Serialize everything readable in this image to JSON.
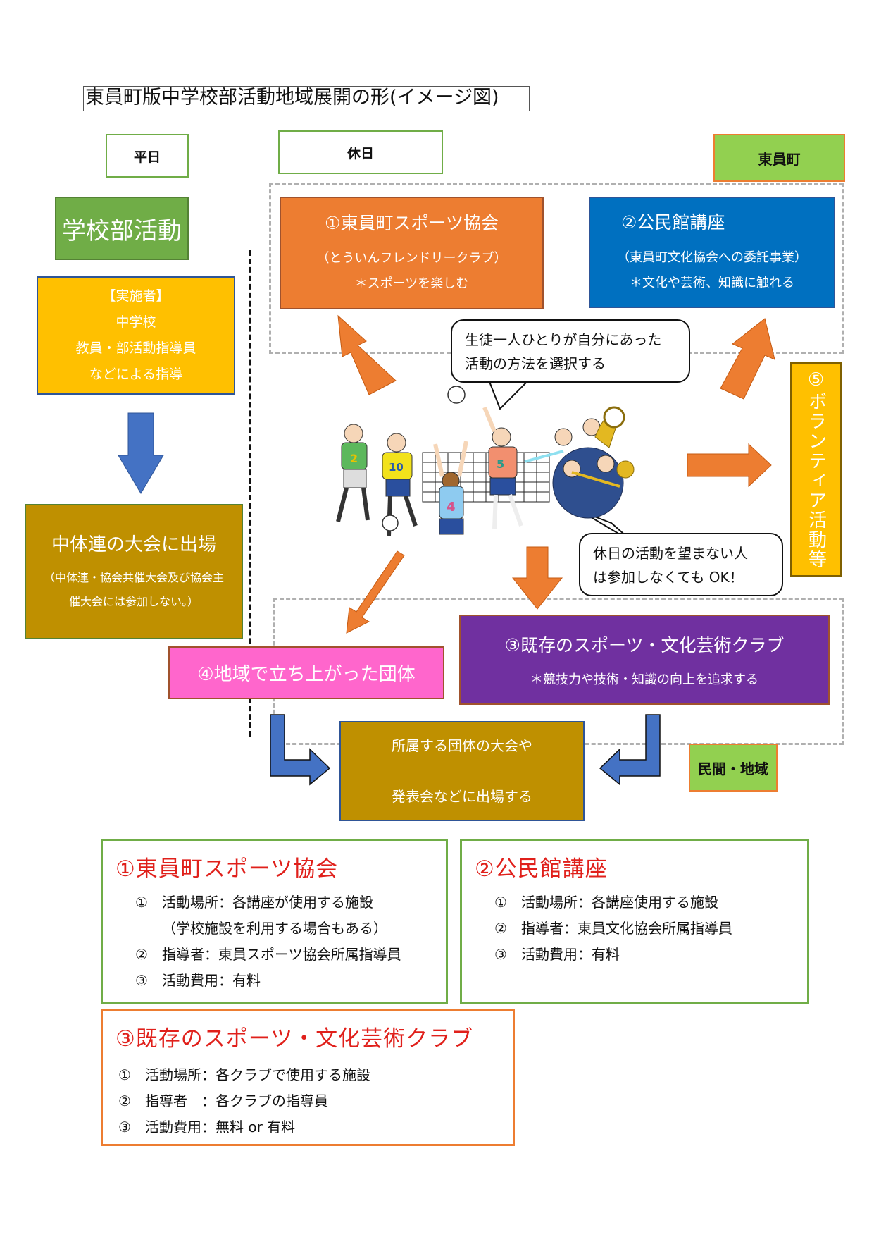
{
  "title": "東員町版中学校部活動地域展開の形(イメージ図)",
  "labels": {
    "weekday": "平日",
    "holiday": "休日",
    "town": "東員町",
    "private_region": "民間・地域"
  },
  "school_club": {
    "title": "学校部活動",
    "implementer": [
      "【実施者】",
      "中学校",
      "教員・部活動指導員",
      "などによる指導"
    ],
    "tournament_title": "中体連の大会に出場",
    "tournament_note": [
      "（中体連・協会共催大会及び協会主",
      "催大会には参加しない。）"
    ]
  },
  "options": {
    "sports_assoc": {
      "title": "①東員町スポーツ協会",
      "sub": "（とういんフレンドリークラブ）",
      "note": "＊スポーツを楽しむ"
    },
    "community_center": {
      "title": "②公民館講座",
      "sub": "（東員町文化協会への委託事業）",
      "note": "＊文化や芸術、知識に触れる"
    },
    "existing_clubs": {
      "title": "③既存のスポーツ・文化芸術クラブ",
      "note": "＊競技力や技術・知識の向上を追求する"
    },
    "local_groups": {
      "title": "④地域で立ち上がった団体"
    },
    "volunteer": {
      "title": "⑤ボランティア活動等"
    }
  },
  "bubbles": {
    "choose": [
      "生徒一人ひとりが自分にあった",
      "活動の方法を選択する"
    ],
    "optional": [
      "休日の活動を望まない人",
      "は参加しなくても OK！"
    ]
  },
  "outcome": [
    "所属する団体の大会や",
    "発表会などに出場する"
  ],
  "cards": [
    {
      "title": "①東員町スポーツ協会",
      "items": [
        {
          "num": "①",
          "text": "活動場所：各講座が使用する施設"
        },
        {
          "num": "",
          "text": "（学校施設を利用する場合もある）"
        },
        {
          "num": "②",
          "text": "指導者：東員スポーツ協会所属指導員"
        },
        {
          "num": "③",
          "text": "活動費用：有料"
        }
      ]
    },
    {
      "title": "②公民館講座",
      "items": [
        {
          "num": "①",
          "text": "活動場所：各講座使用する施設"
        },
        {
          "num": "②",
          "text": "指導者：東員文化協会所属指導員"
        },
        {
          "num": "③",
          "text": "活動費用：有料"
        }
      ]
    },
    {
      "title": "③既存のスポーツ・文化芸術クラブ",
      "items": [
        {
          "num": "①",
          "text": "活動場所：各クラブで使用する施設"
        },
        {
          "num": "②",
          "text": "指導者　：各クラブの指導員"
        },
        {
          "num": "③",
          "text": "活動費用：無料 or 有料"
        }
      ]
    }
  ],
  "illustration": {
    "name": "students-sports-and-brass-band",
    "jersey_numbers": [
      "2",
      "10",
      "4",
      "5"
    ]
  },
  "colors": {
    "green": "#70ad47",
    "orange": "#ed7d31",
    "blue": "#0070c0",
    "gold": "#ffc000",
    "olive": "#bf9000",
    "purple": "#7030a0",
    "pink": "#ff66cc",
    "lime": "#92d050",
    "arrow_blue": "#4472c4",
    "red_text": "#e0201b"
  }
}
